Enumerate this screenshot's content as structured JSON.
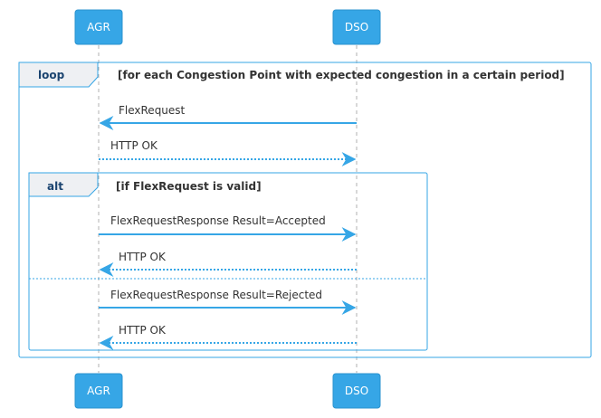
{
  "colors": {
    "participant_fill": "#36a6e6",
    "arrow": "#36a6e6",
    "frame_border": "#36a6e6",
    "lifeline": "#b0b0b0",
    "tag_fill": "#eef0f3",
    "text": "#333333"
  },
  "participants": {
    "left": {
      "label": "AGR"
    },
    "right": {
      "label": "DSO"
    }
  },
  "loop": {
    "tag": "loop",
    "condition": "[for each Congestion Point with expected congestion in a certain period]"
  },
  "alt": {
    "tag": "alt",
    "condition": "[if FlexRequest is valid]"
  },
  "messages": [
    {
      "label": "FlexRequest",
      "direction": "right-to-left",
      "style": "solid"
    },
    {
      "label": "HTTP OK",
      "direction": "left-to-right",
      "style": "dotted"
    },
    {
      "label": "FlexRequestResponse Result=Accepted",
      "direction": "left-to-right",
      "style": "solid"
    },
    {
      "label": "HTTP OK",
      "direction": "right-to-left",
      "style": "dotted"
    },
    {
      "label": "FlexRequestResponse Result=Rejected",
      "direction": "left-to-right",
      "style": "solid"
    },
    {
      "label": "HTTP OK",
      "direction": "right-to-left",
      "style": "dotted"
    }
  ]
}
